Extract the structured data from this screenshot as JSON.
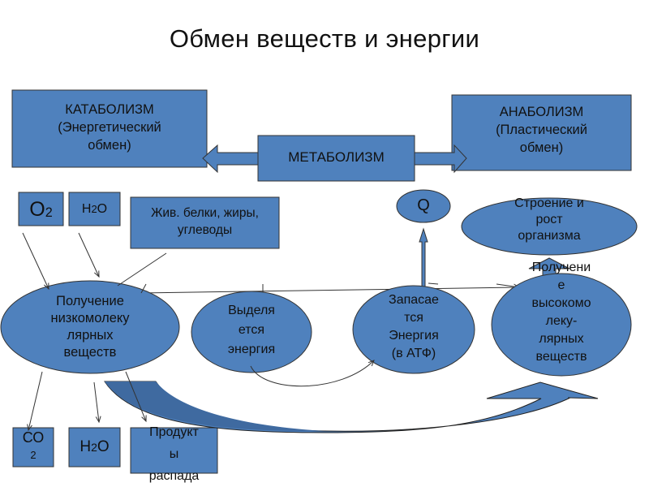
{
  "title": "Обмен веществ и энергии",
  "colors": {
    "fill": "#4f81bd",
    "fill_dark": "#3f6aa0",
    "stroke": "#333333",
    "text": "#111111"
  },
  "boxes": {
    "catabolism": {
      "line1": "КАТАБОЛИЗМ",
      "line2": "(Энергетический",
      "line3": "обмен)"
    },
    "anabolism": {
      "line1": "АНАБОЛИЗМ",
      "line2": "(Пластический",
      "line3": "обмен)"
    },
    "metabolism": {
      "label": "МЕТАБОЛИЗМ"
    },
    "o2": {
      "base": "O",
      "sub": "2"
    },
    "h2o_top": {
      "pre": "H",
      "sub": "2",
      "post": "O"
    },
    "food": {
      "line1": "Жив. белки, жиры,",
      "line2": "углеводы"
    },
    "co2": {
      "line1": "СО",
      "line2": "2"
    },
    "h2o_bottom": {
      "pre": "H",
      "sub": "2",
      "post": "O"
    },
    "decay": {
      "line1": "Продукт",
      "line2": "ы",
      "line3": "распада"
    }
  },
  "ellipses": {
    "q": {
      "label": "Q"
    },
    "growth": {
      "line1": "Строение и",
      "line2": "рост",
      "line3": "организма"
    },
    "low_molecular": {
      "line1": "Получение",
      "line2": "низкомолеку",
      "line3": "лярных",
      "line4": "веществ"
    },
    "energy_released": {
      "line1": "Выделя",
      "line2": "ется",
      "line3": "энергия"
    },
    "energy_stored": {
      "line1": "Запасае",
      "line2": "тся",
      "line3": "Энергия",
      "line4": "(в АТФ)"
    },
    "high_molecular": {
      "line1": "Получени",
      "line2": "е",
      "line3": "высокомо",
      "line4": "леку-",
      "line5": "лярных",
      "line6": "веществ"
    }
  }
}
